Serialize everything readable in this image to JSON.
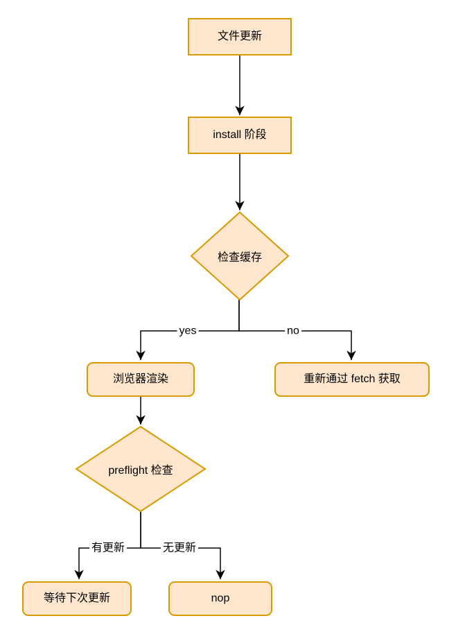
{
  "diagram": {
    "nodes": {
      "file_update": {
        "label": "文件更新",
        "shape": "rect"
      },
      "install_phase": {
        "label": "install 阶段",
        "shape": "rect"
      },
      "check_cache": {
        "label": "检查缓存",
        "shape": "diamond"
      },
      "browser_render": {
        "label": "浏览器渲染",
        "shape": "rounded-rect"
      },
      "refetch": {
        "label": "重新通过 fetch 获取",
        "shape": "rounded-rect"
      },
      "preflight_check": {
        "label": "preflight 检查",
        "shape": "diamond"
      },
      "wait_next_update": {
        "label": "等待下次更新",
        "shape": "rounded-rect"
      },
      "nop": {
        "label": "nop",
        "shape": "rounded-rect"
      }
    },
    "edges": [
      {
        "from": "file_update",
        "to": "install_phase",
        "label": ""
      },
      {
        "from": "install_phase",
        "to": "check_cache",
        "label": ""
      },
      {
        "from": "check_cache",
        "to": "browser_render",
        "label": "yes"
      },
      {
        "from": "check_cache",
        "to": "refetch",
        "label": "no"
      },
      {
        "from": "browser_render",
        "to": "preflight_check",
        "label": ""
      },
      {
        "from": "preflight_check",
        "to": "wait_next_update",
        "label": "有更新"
      },
      {
        "from": "preflight_check",
        "to": "nop",
        "label": "无更新"
      }
    ],
    "colors": {
      "node_fill": "#ffe6cc",
      "node_stroke": "#d79b00",
      "line": "#000000",
      "text": "#000000",
      "background": "#ffffff"
    }
  }
}
